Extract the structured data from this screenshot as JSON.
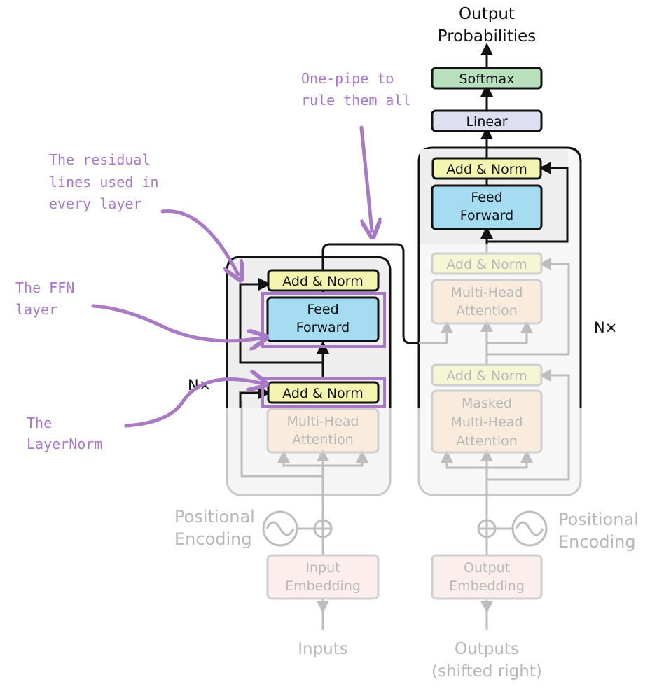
{
  "colors": {
    "annotation": "#a879c4",
    "add_norm": "#f4f5b1",
    "feed_forward": "#a6dcf2",
    "attention": "#fbe4c8",
    "embedding": "#fbe2e2",
    "linear": "#dedff0",
    "softmax": "#b8e0bd",
    "stack_bg": "#f2f2f2",
    "faded": "#bdbdbd"
  },
  "top": {
    "output_probabilities_line1": "Output",
    "output_probabilities_line2": "Probabilities",
    "softmax": "Softmax",
    "linear": "Linear"
  },
  "encoder": {
    "add_norm_top": "Add & Norm",
    "feed_forward_line1": "Feed",
    "feed_forward_line2": "Forward",
    "add_norm_bottom": "Add & Norm",
    "mha_line1": "Multi-Head",
    "mha_line2": "Attention",
    "nx": "N×",
    "positional_line1": "Positional",
    "positional_line2": "Encoding",
    "embedding_line1": "Input",
    "embedding_line2": "Embedding",
    "inputs": "Inputs"
  },
  "decoder": {
    "add_norm_top": "Add & Norm",
    "feed_forward_line1": "Feed",
    "feed_forward_line2": "Forward",
    "add_norm_mid": "Add & Norm",
    "mha_line1": "Multi-Head",
    "mha_line2": "Attention",
    "add_norm_bottom": "Add & Norm",
    "masked_line1": "Masked",
    "masked_line2": "Multi-Head",
    "masked_line3": "Attention",
    "nx": "N×",
    "positional_line1": "Positional",
    "positional_line2": "Encoding",
    "embedding_line1": "Output",
    "embedding_line2": "Embedding",
    "outputs_line1": "Outputs",
    "outputs_line2": "(shifted right)"
  },
  "annotations": {
    "pipe_line1": "One-pipe to",
    "pipe_line2": "rule them all",
    "residual_line1": "The residual",
    "residual_line2": "lines used in",
    "residual_line3": "every layer",
    "ffn_line1": "The FFN",
    "ffn_line2": "layer",
    "ln_line1": "The",
    "ln_line2": "LayerNorm"
  }
}
